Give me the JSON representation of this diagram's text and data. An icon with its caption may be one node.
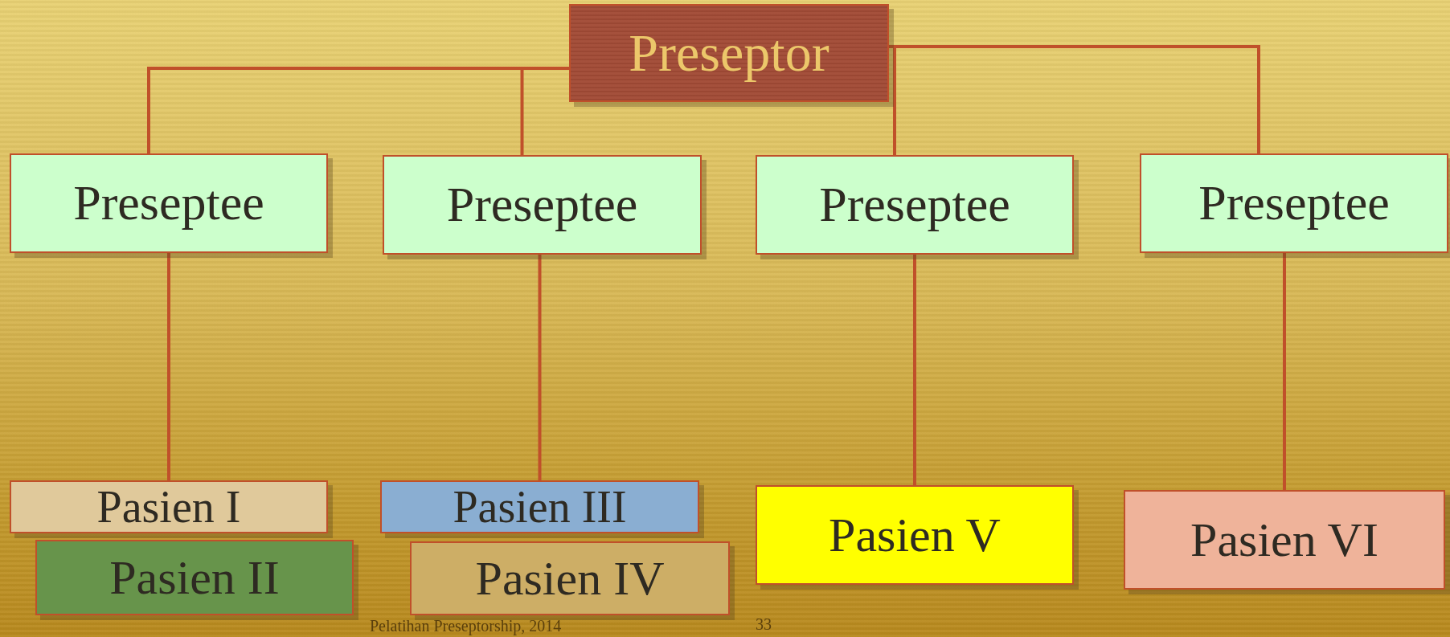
{
  "diagram": {
    "nodes": [
      {
        "text": [
          "Preseptor"
        ]
      },
      {
        "text": [
          "Preseptee"
        ]
      },
      {
        "text": [
          "Preseptee"
        ]
      },
      {
        "text": [
          "Preseptee"
        ]
      },
      {
        "text": [
          "Preseptee"
        ]
      },
      {
        "text": [
          "Pasien I"
        ]
      },
      {
        "text": [
          "Pasien II"
        ]
      },
      {
        "text": [
          "Pasien III"
        ]
      },
      {
        "text": [
          "Pasien IV"
        ]
      },
      {
        "text": [
          "Pasien V"
        ]
      },
      {
        "text": [
          "Pasien VI"
        ]
      }
    ],
    "edges": [
      {
        "from": 0,
        "to": 1,
        "arrow": "none"
      },
      {
        "from": 0,
        "to": 2,
        "arrow": "none"
      },
      {
        "from": 0,
        "to": 3,
        "arrow": "none"
      },
      {
        "from": 0,
        "to": 4,
        "arrow": "none"
      },
      {
        "from": 1,
        "to": 5,
        "arrow": "none"
      },
      {
        "from": 2,
        "to": 7,
        "arrow": "none"
      },
      {
        "from": 3,
        "to": 9,
        "arrow": "none"
      },
      {
        "from": 4,
        "to": 10,
        "arrow": "none"
      }
    ],
    "labels": [
      "Pelatihan Preseptorship, 2014",
      "33"
    ]
  }
}
